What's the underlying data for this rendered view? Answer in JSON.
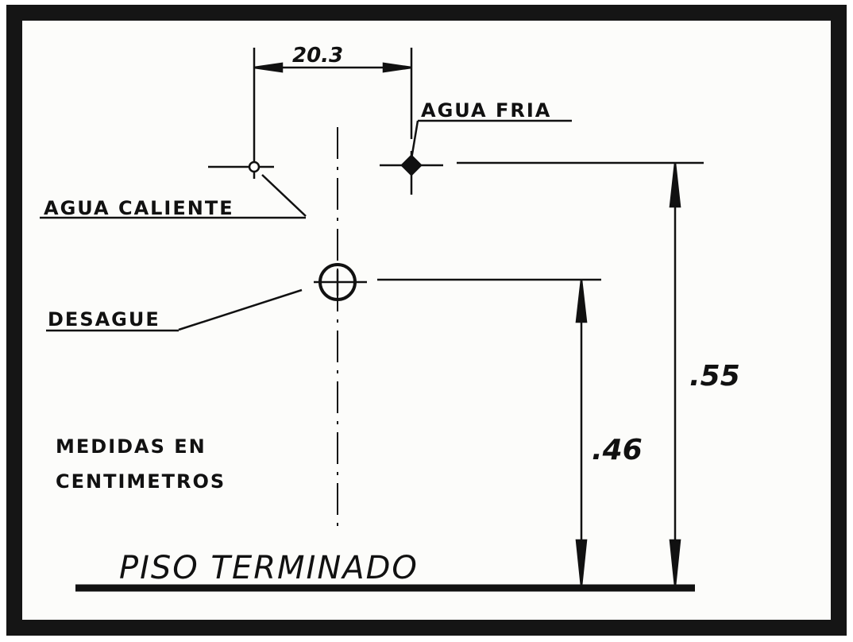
{
  "diagram": {
    "dimension_top": "20.3",
    "label_cold_water": "AGUA FRIA",
    "label_hot_water": "AGUA CALIENTE",
    "label_drain": "DESAGUE",
    "units_line1": "MEDIDAS EN",
    "units_line2": "CENTIMETROS",
    "dimension_drain_height": ".46",
    "dimension_water_height": ".55",
    "label_floor": "PISO TERMINADO"
  }
}
